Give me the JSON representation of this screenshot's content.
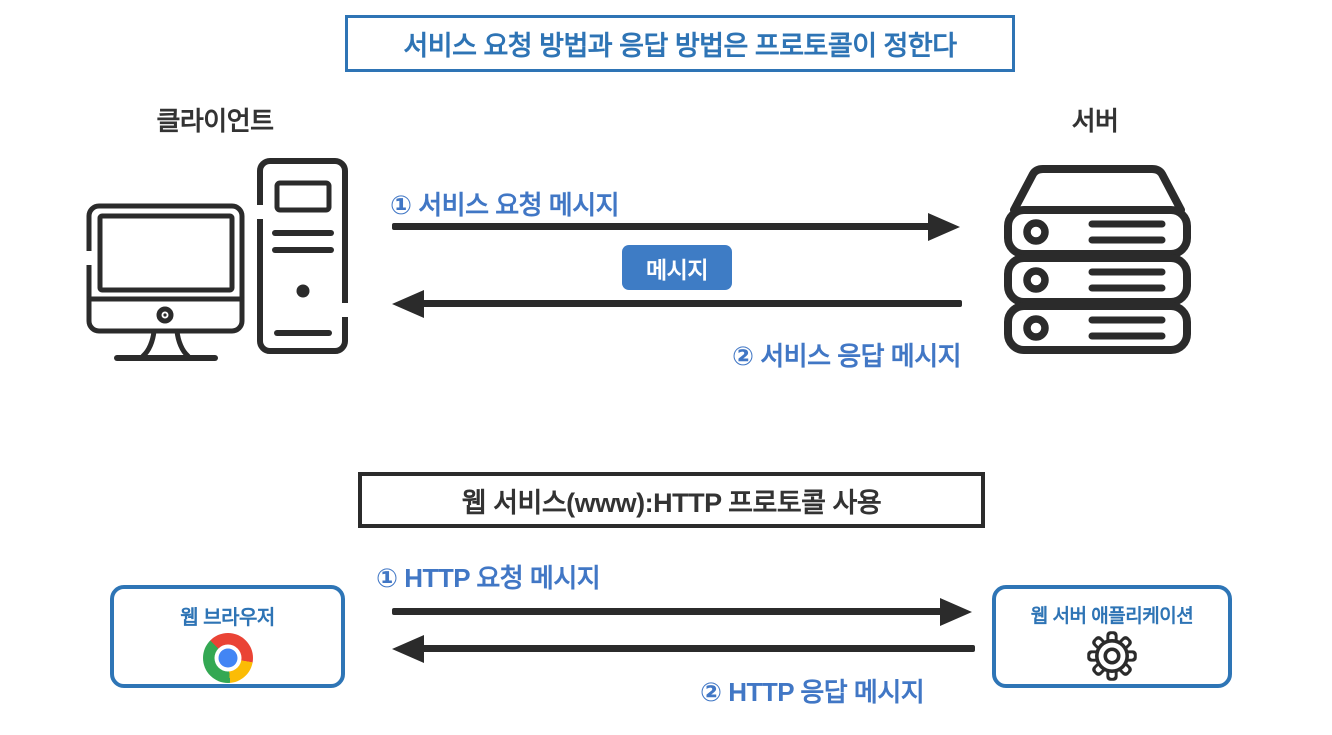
{
  "diagram": {
    "top": {
      "title": "서비스 요청 방법과 응답 방법은 프로토콜이 정한다",
      "client_label": "클라이언트",
      "server_label": "서버",
      "request_arrow_label": "① 서비스 요청 메시지",
      "response_arrow_label": "② 서비스 응답 메시지",
      "message_badge": "메시지"
    },
    "bottom": {
      "title": "웹 서비스(www):HTTP 프로토콜 사용",
      "request_arrow_label": "① HTTP 요청 메시지",
      "response_arrow_label": "② HTTP 응답 메시지",
      "browser_box_label": "웹 브라우저",
      "server_app_box_label": "웹 서버 애플리케이션"
    },
    "icons": {
      "client": "desktop-computer-icon",
      "server": "server-rack-icon",
      "browser": "chrome-browser-icon",
      "server_app": "gear-icon"
    },
    "colors": {
      "title_blue": "#2E74B5",
      "label_blue": "#4177C5",
      "badge_blue": "#3E7CC5",
      "box_border_blue": "#2E75B6",
      "dark": "#2B2B2B"
    }
  }
}
